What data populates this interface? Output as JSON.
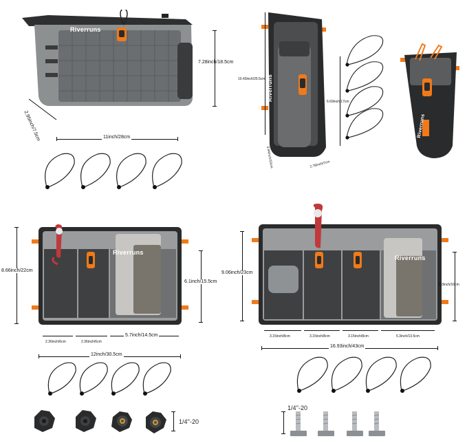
{
  "brand": "Riverruns",
  "products": {
    "top_left": {
      "width": "11inch/28cm",
      "height": "7.28inch/18.5cm",
      "depth": "2.95inch/7.5cm"
    },
    "top_middle": {
      "height": "10.43inch/26.5cm",
      "inner_height": "6.69inch/17cm",
      "width_a": "3.94inch/10cm",
      "width_b": "2.76inch/7cm"
    },
    "mid_left": {
      "width": "12inch/30.5cm",
      "height": "8.66inch/22cm",
      "pocket_height": "6.1inch/15.5cm",
      "pocket_1": "2.36inch/6cm",
      "pocket_2": "2.36inch/6cm",
      "pocket_3": "5.7inch/14.5cm"
    },
    "mid_right": {
      "width": "16.93inch/43cm",
      "height": "9.06inch/23cm",
      "pocket_height": "6.3inch/16cm",
      "pocket_1": "3.15inch/8cm",
      "pocket_2": "3.15inch/8cm",
      "pocket_3": "3.15inch/8cm",
      "pocket_4": "5.3inch/13.5cm"
    }
  },
  "hardware": {
    "knob_thread": "1/4''-20",
    "bolt_thread": "1/4''-20"
  },
  "colors": {
    "orange": "#f07a1a",
    "red": "#c0393b",
    "bag_gray": "#8a8d8e",
    "dark": "#2a2b2c"
  }
}
